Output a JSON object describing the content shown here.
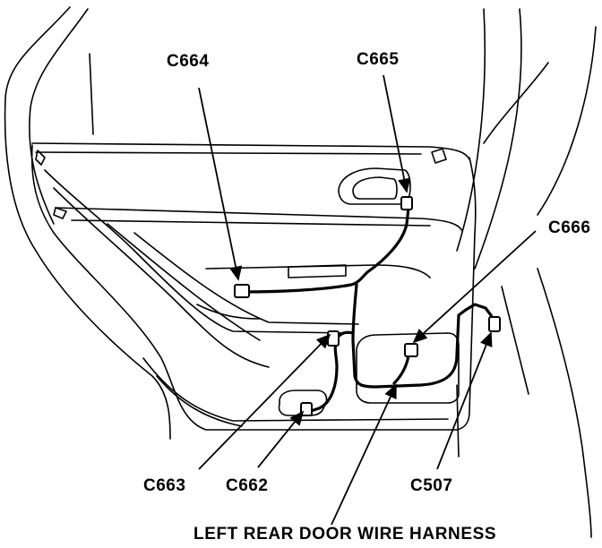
{
  "labels": {
    "c664": "C664",
    "c665": "C665",
    "c666": "C666",
    "c663": "C663",
    "c662": "C662",
    "c507": "C507"
  },
  "caption": "LEFT REAR DOOR WIRE HARNESS",
  "colors": {
    "ink": "#000000",
    "background": "#ffffff"
  }
}
